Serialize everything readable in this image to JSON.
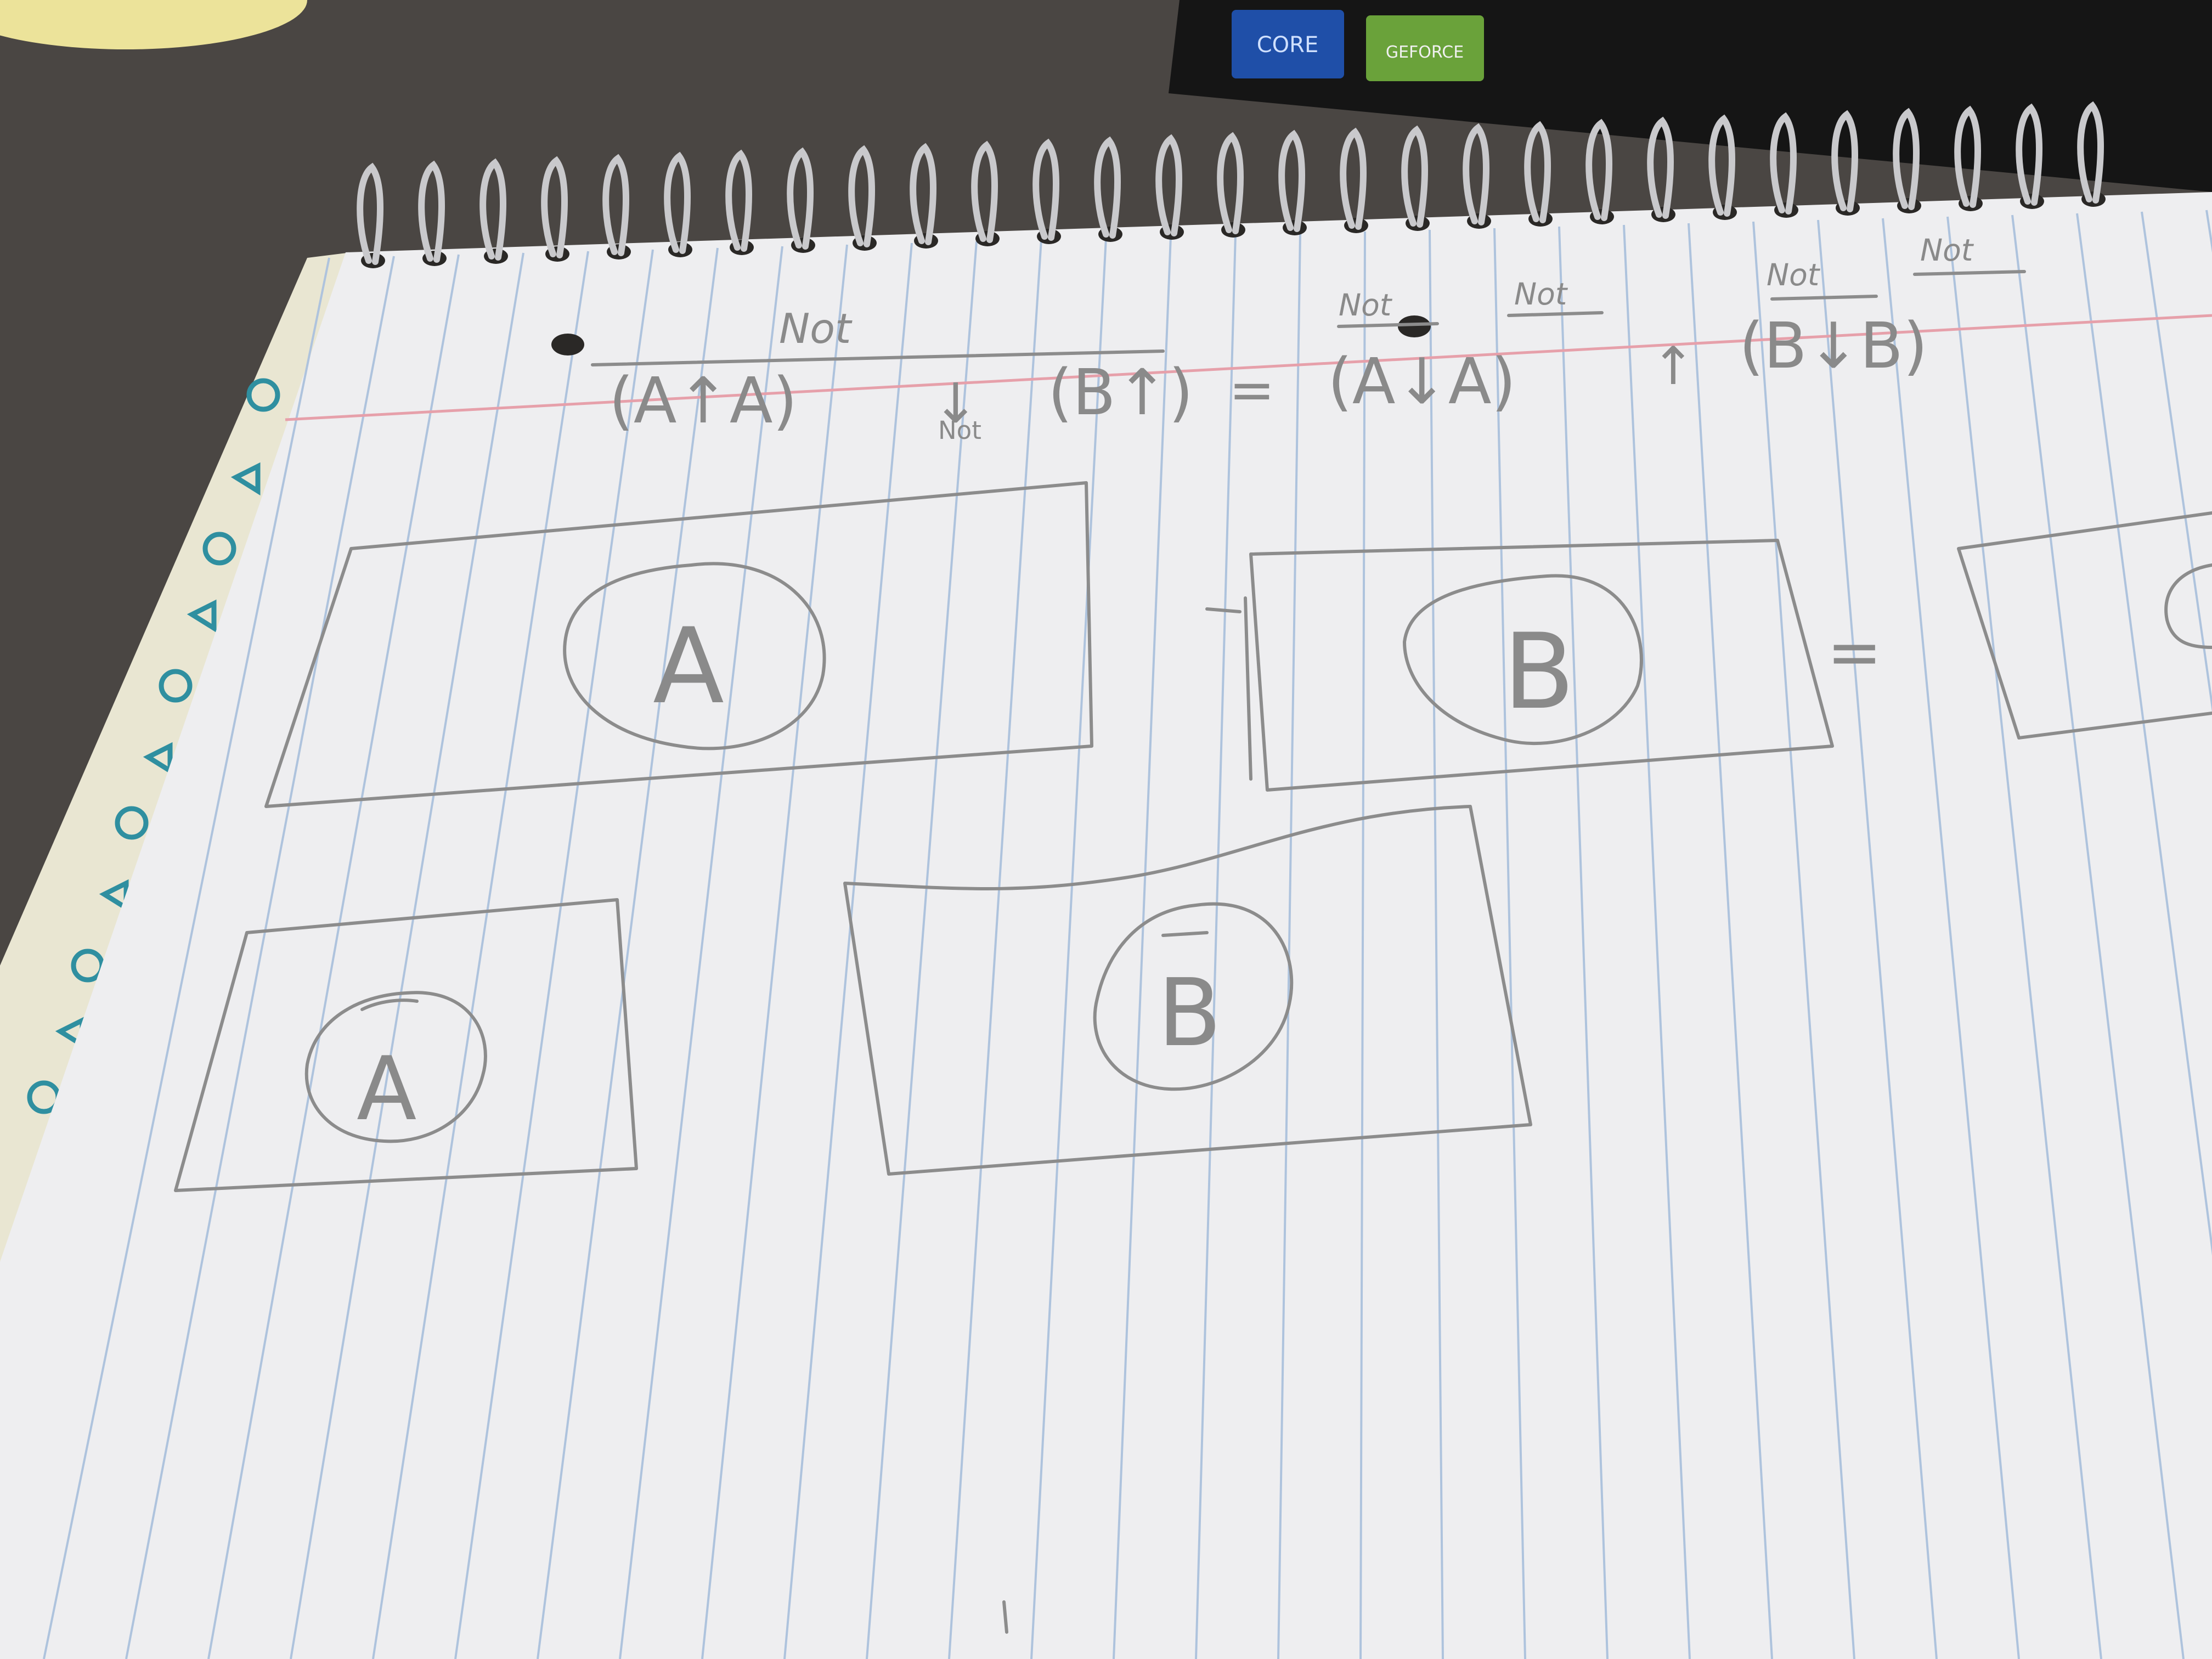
{
  "laptop_stickers": {
    "left": {
      "text": "CORE",
      "color": "#1f4fa8"
    },
    "right": {
      "text": "GEFORCE",
      "color": "#76b900"
    }
  },
  "colors": {
    "desk": "#4a4643",
    "paper": "#eeeef0",
    "ruled_line": "#aec3dd",
    "margin_line": "#e6a0aa",
    "pencil": "#8c8c8c",
    "laptop": "#151515",
    "mug": "#ece39a"
  },
  "equation": {
    "lhs_left": "(A↑A)",
    "lhs_op": "↓",
    "lhs_right": "(B↑)",
    "equals": "=",
    "rhs_left": "(A↓A)",
    "rhs_op": "↑",
    "rhs_right": "(B↓B)",
    "not_labels": [
      "Not",
      "Not",
      "Not",
      "Not",
      "Not",
      "Not"
    ]
  },
  "diagrams": {
    "top_left_label": "A",
    "top_middle_label": "B",
    "top_equals": "=",
    "bottom_left_label": "A",
    "bottom_middle_label": "B"
  }
}
